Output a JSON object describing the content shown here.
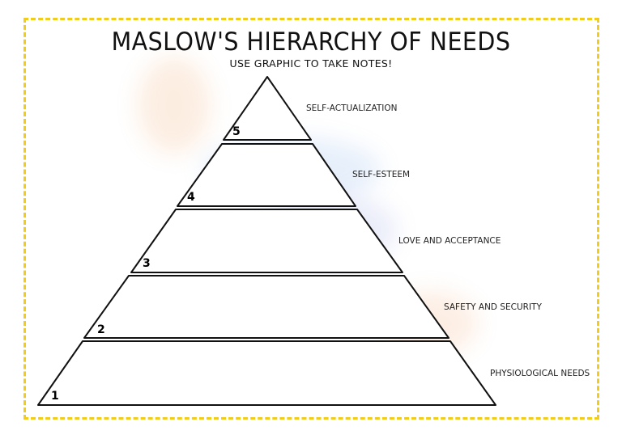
{
  "title": "MASLOW'S HIERARCHY OF NEEDS",
  "subtitle": "USE GRAPHIC TO TAKE NOTES!",
  "colors": {
    "border": "#f2cc1b",
    "line": "#111111"
  },
  "levels": [
    {
      "number": "5",
      "label": "SELF-ACTUALIZATION"
    },
    {
      "number": "4",
      "label": "SELF-ESTEEM"
    },
    {
      "number": "3",
      "label": "LOVE AND ACCEPTANCE"
    },
    {
      "number": "2",
      "label": "SAFETY AND SECURITY"
    },
    {
      "number": "1",
      "label": "PHYSIOLOGICAL NEEDS"
    }
  ]
}
